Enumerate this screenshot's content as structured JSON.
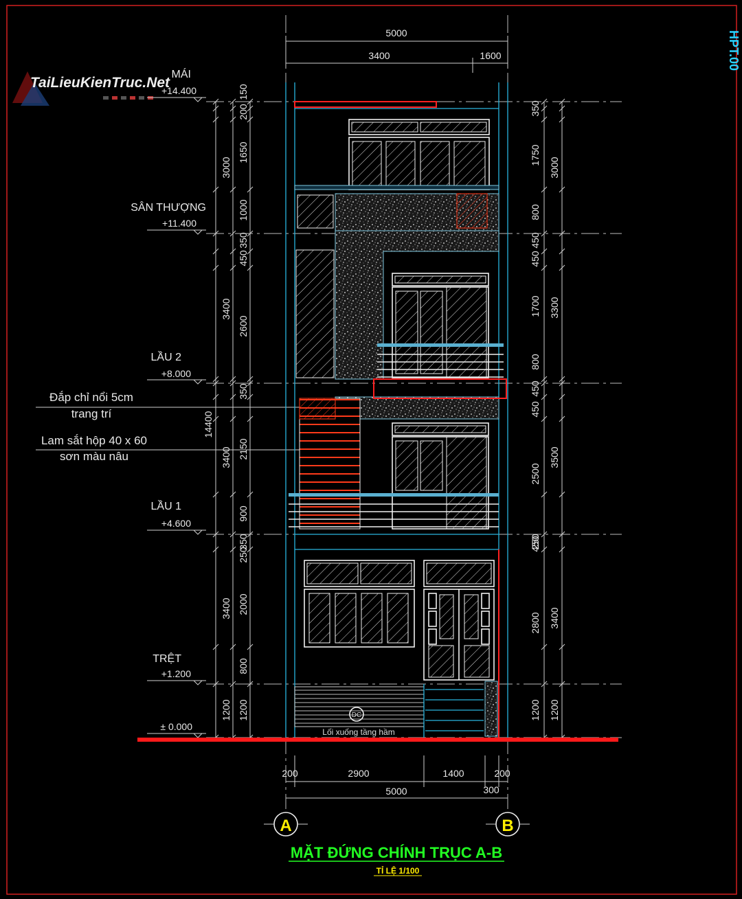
{
  "watermark": {
    "text": "TaiLieuKienTruc.Net"
  },
  "sheet_code": "HPT.00",
  "title": {
    "main": "MẶT ĐỨNG CHÍNH TRỤC A-B",
    "scale": "TỈ LỆ 1/100"
  },
  "axes": {
    "left": "A",
    "right": "B"
  },
  "levels": [
    {
      "name": "MÁI",
      "elev": "+14.400"
    },
    {
      "name": "SÂN THƯỢNG",
      "elev": "+11.400"
    },
    {
      "name": "LẦU 2",
      "elev": "+8.000"
    },
    {
      "name": "LẦU 1",
      "elev": "+4.600"
    },
    {
      "name": "TRỆT",
      "elev": "+1.200"
    },
    {
      "name": "",
      "elev": "± 0.000"
    }
  ],
  "notes": {
    "cornice_1": "Đắp chỉ nổi 5cm",
    "cornice_2": "trang trí",
    "louver_1": "Lam sắt hộp 40 x 60",
    "louver_2": "sơn màu nâu",
    "basement": "Lối xuống tầng hầm",
    "drain": "DC"
  },
  "dims": {
    "top_total": "5000",
    "top_left": "3400",
    "top_right": "1600",
    "bottom_200a": "200",
    "bottom_2900": "2900",
    "bottom_1400": "1400",
    "bottom_200b": "200",
    "bottom_300": "300",
    "bottom_total": "5000",
    "left_outer": [
      "3000",
      "3400",
      "3400",
      "3400",
      "1200"
    ],
    "left_total": "14400",
    "left_inner": [
      "150",
      "200",
      "1650",
      "1000",
      "350",
      "450",
      "2600",
      "350",
      "2150",
      "900",
      "350",
      "250",
      "2000",
      "800",
      "1200"
    ],
    "right_inner": [
      "350",
      "1750",
      "800",
      "450",
      "450",
      "1700",
      "800",
      "450",
      "450",
      "2500",
      "250",
      "450",
      "2800",
      "1200"
    ],
    "right_outer": [
      "3000",
      "3300",
      "3500",
      "3400",
      "1200"
    ]
  }
}
